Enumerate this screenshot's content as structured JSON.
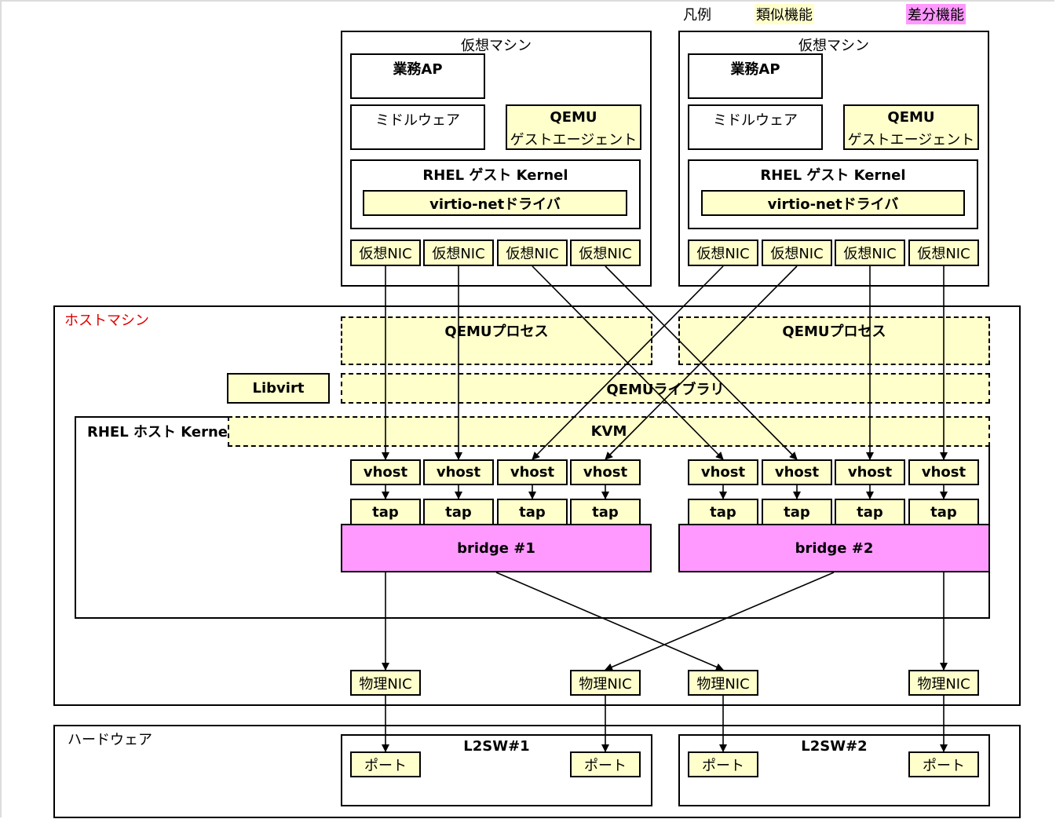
{
  "legend": {
    "title": "凡例",
    "similar": "類似機能",
    "difference": "差分機能",
    "colors": {
      "similar": "#ffffcc",
      "difference": "#ff99ff"
    }
  },
  "vms": [
    {
      "title": "仮想マシン",
      "app": "業務AP",
      "middleware": "ミドルウェア",
      "guest_agent": [
        "QEMU",
        "ゲストエージェント"
      ],
      "kernel": "RHEL ゲスト Kernel",
      "driver": "virtio-netドライバ",
      "nics": [
        "仮想NIC",
        "仮想NIC",
        "仮想NIC",
        "仮想NIC"
      ]
    },
    {
      "title": "仮想マシン",
      "app": "業務AP",
      "middleware": "ミドルウェア",
      "guest_agent": [
        "QEMU",
        "ゲストエージェント"
      ],
      "kernel": "RHEL ゲスト Kernel",
      "driver": "virtio-netドライバ",
      "nics": [
        "仮想NIC",
        "仮想NIC",
        "仮想NIC",
        "仮想NIC"
      ]
    }
  ],
  "host": {
    "title": "ホストマシン",
    "qemu_process": [
      "QEMUプロセス",
      "QEMUプロセス"
    ],
    "libvirt": "Libvirt",
    "qemu_library": "QEMUライブラリ",
    "kernel": "RHEL ホスト Kernel",
    "kvm": "KVM",
    "vhost": [
      "vhost",
      "vhost",
      "vhost",
      "vhost",
      "vhost",
      "vhost",
      "vhost",
      "vhost"
    ],
    "tap": [
      "tap",
      "tap",
      "tap",
      "tap",
      "tap",
      "tap",
      "tap",
      "tap"
    ],
    "bridges": [
      "bridge #1",
      "bridge #2"
    ],
    "physical_nics": [
      "物理NIC",
      "物理NIC",
      "物理NIC",
      "物理NIC"
    ]
  },
  "hardware": {
    "title": "ハードウェア",
    "switches": [
      {
        "name": "L2SW#1",
        "ports": [
          "ポート",
          "ポート"
        ]
      },
      {
        "name": "L2SW#2",
        "ports": [
          "ポート",
          "ポート"
        ]
      }
    ]
  }
}
